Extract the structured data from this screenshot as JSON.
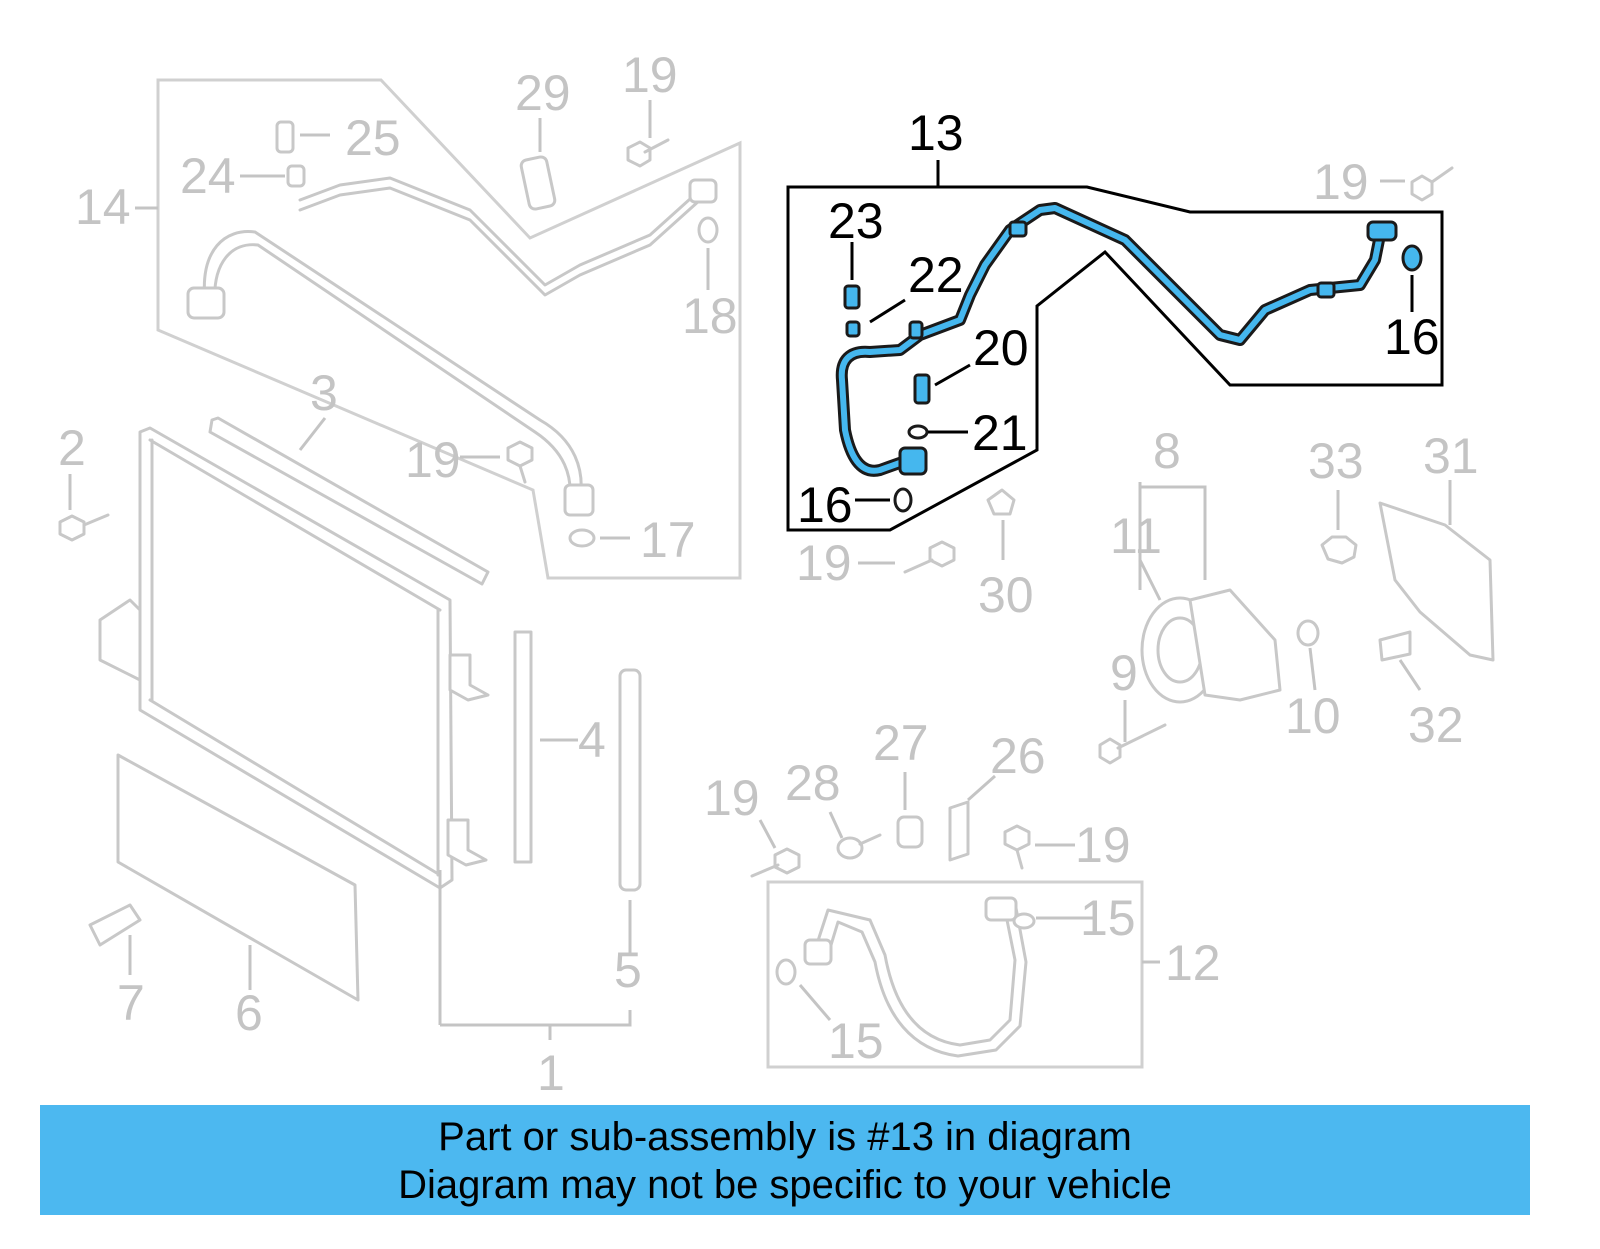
{
  "diagram": {
    "highlighted_part": "13",
    "highlight_color": "#45b7ee",
    "labels": {
      "l1": "1",
      "l2": "2",
      "l3": "3",
      "l4": "4",
      "l5": "5",
      "l6": "6",
      "l7": "7",
      "l8": "8",
      "l9": "9",
      "l10": "10",
      "l11": "11",
      "l12": "12",
      "l13": "13",
      "l14": "14",
      "l15a": "15",
      "l15b": "15",
      "l16a": "16",
      "l16b": "16",
      "l17": "17",
      "l18": "18",
      "l19a": "19",
      "l19b": "19",
      "l19c": "19",
      "l19d": "19",
      "l19e": "19",
      "l19f": "19",
      "l20": "20",
      "l21": "21",
      "l22": "22",
      "l23": "23",
      "l24": "24",
      "l25": "25",
      "l26": "26",
      "l27": "27",
      "l28": "28",
      "l29": "29",
      "l30": "30",
      "l31": "31",
      "l32": "32",
      "l33": "33"
    }
  },
  "banner": {
    "line1": "Part or sub-assembly is #13 in diagram",
    "line2": "Diagram may not be specific to your vehicle",
    "background": "#4cb8f0"
  }
}
